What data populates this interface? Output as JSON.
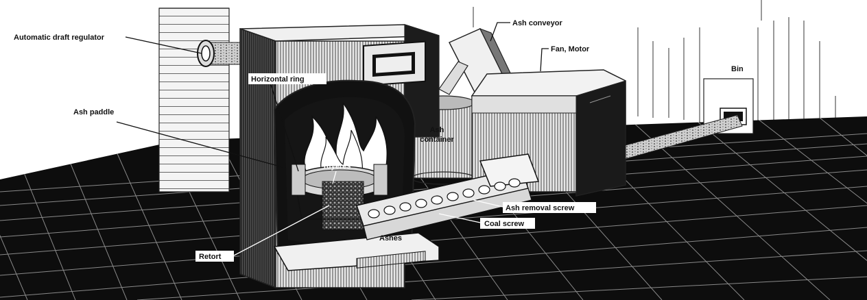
{
  "labels": {
    "automatic_draft_regulator": "Automatic draft regulator",
    "ash_conveyor": "Ash conveyor",
    "fan_motor": "Fan, Motor",
    "bin": "Bin",
    "horizontal_ring": "Horizontal ring",
    "ash_paddle": "Ash paddle",
    "ash_container_line1": "Ash",
    "ash_container_line2": "container",
    "tuyeres": "Tuyeres",
    "ash_removal_screw": "Ash removal screw",
    "coal_screw": "Coal screw",
    "ashes": "Ashes",
    "retort": "Retort"
  },
  "colors": {
    "floor": "#0d0d0d",
    "floor_grid": "#8a8a8a",
    "fire_dark": "#1a1a1a",
    "metal_light": "#e6e6e6",
    "metal_dark": "#2b2b2b"
  }
}
